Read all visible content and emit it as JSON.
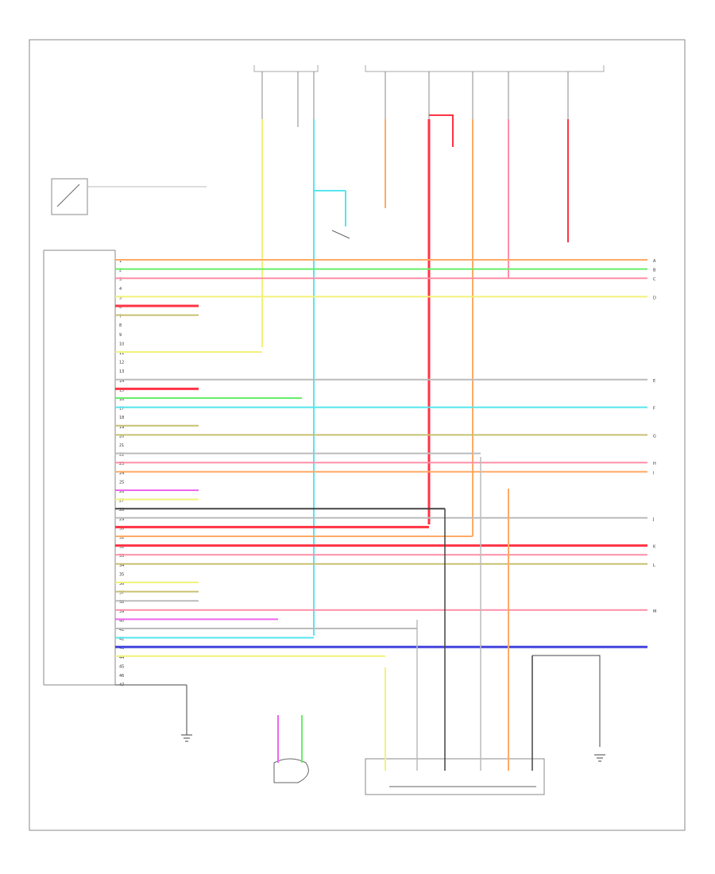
{
  "pins_left": [
    "1",
    "2",
    "3",
    "4",
    "5",
    "6",
    "7",
    "8",
    "9",
    "10",
    "11",
    "12",
    "13",
    "14",
    "15",
    "16",
    "17",
    "18",
    "19",
    "20",
    "21",
    "22",
    "23",
    "24",
    "25",
    "26",
    "27",
    "28",
    "29",
    "30",
    "31",
    "32",
    "33",
    "34",
    "35",
    "36",
    "37",
    "38",
    "39",
    "40",
    "41",
    "42",
    "43",
    "44",
    "45",
    "46",
    "47"
  ],
  "right_ends": [
    "A",
    "B",
    "C",
    "D",
    "E",
    "F",
    "G",
    "H",
    "I",
    "J",
    "K",
    "L",
    "M"
  ],
  "colors": {
    "pink": "#ff8fa8",
    "red": "#ff3344",
    "orange": "#ffaa66",
    "yellow": "#f2f27a",
    "green": "#66ee66",
    "cyan": "#55e6ee",
    "magenta": "#ee66ee",
    "blue": "#4444dd",
    "olive": "#c8c070",
    "gray": "#bbbbbb",
    "dark": "#444444",
    "frame": "#888888"
  }
}
